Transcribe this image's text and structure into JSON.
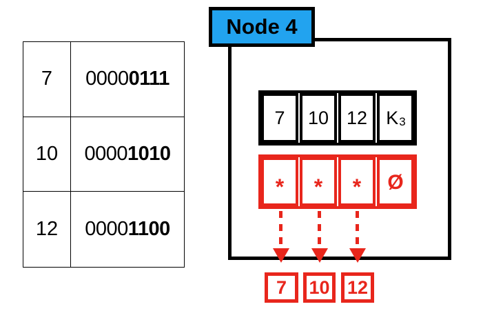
{
  "binary_table": {
    "rows": [
      {
        "value": "7",
        "bits_prefix": "0000",
        "bits_suffix": "0111"
      },
      {
        "value": "10",
        "bits_prefix": "0000",
        "bits_suffix": "1010"
      },
      {
        "value": "12",
        "bits_prefix": "0000",
        "bits_suffix": "1100"
      }
    ]
  },
  "node": {
    "title": "Node 4",
    "key_cells": [
      {
        "text": "7",
        "sub": ""
      },
      {
        "text": "10",
        "sub": ""
      },
      {
        "text": "12",
        "sub": ""
      },
      {
        "text": "K",
        "sub": "3"
      }
    ],
    "pointer_cells": [
      "*",
      "*",
      "*",
      "Ø"
    ]
  },
  "leaves": [
    "7",
    "10",
    "12"
  ],
  "colors": {
    "accent_red": "#E8261C",
    "node_blue": "#22A3EF",
    "line_black": "#000000"
  }
}
